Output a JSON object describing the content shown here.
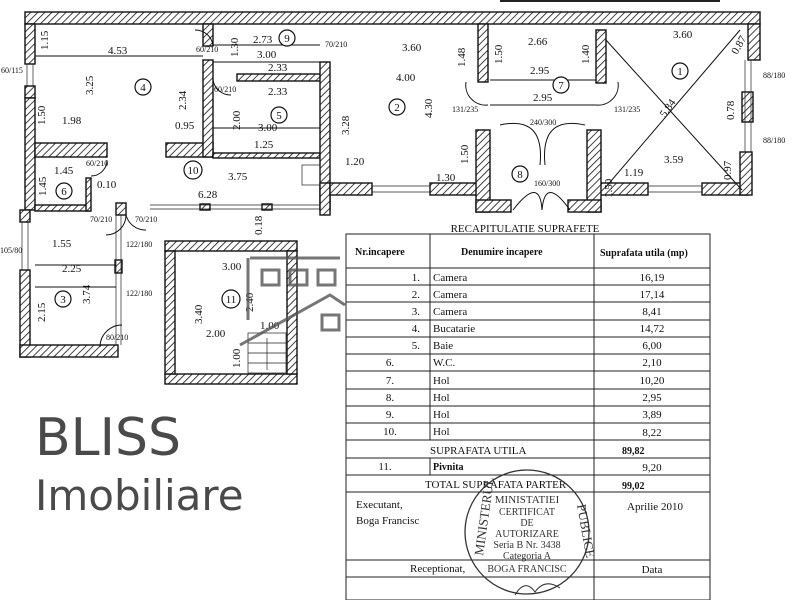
{
  "plan": {
    "rooms": [
      "1",
      "2",
      "3",
      "4",
      "5",
      "6",
      "7",
      "8",
      "9",
      "10",
      "11"
    ],
    "dims": [
      "4.53",
      "1.15",
      "3.25",
      "1.50",
      "1.98",
      "0.95",
      "2.34",
      "2.73",
      "1.30",
      "3.00",
      "2.33",
      "2.33",
      "2.00",
      "3.00",
      "1.25",
      "3.75",
      "6.28",
      "1.45",
      "1.45",
      "0.10",
      "3.60",
      "4.00",
      "1.48",
      "3.28",
      "4.30",
      "1.20",
      "1.30",
      "1.50",
      "2.66",
      "1.50",
      "1.40",
      "2.95",
      "2.95",
      "3.60",
      "0.87",
      "5.84",
      "0.78",
      "3.59",
      "0.97",
      "1.19",
      "1.55",
      "2.25",
      "3.74",
      "2.15",
      "3.00",
      "3.40",
      "2.40",
      "2.00",
      "1.00",
      "1.00",
      "0.18",
      "1.50"
    ],
    "openings": [
      "60/210",
      "60/210",
      "60/210",
      "70/210",
      "70/210",
      "70/210",
      "60/115",
      "88/180",
      "88/180",
      "131/235",
      "131/235",
      "240/300",
      "160/300",
      "122/180",
      "122/180",
      "80/210",
      "105/80"
    ]
  },
  "watermark": {
    "line1": "BLISS",
    "line2": "Imobiliare"
  },
  "table": {
    "title": "RECAPITULATIE SUPRAFETE",
    "headers": [
      "Nr.incapere",
      "Denumire incapere",
      "Suprafata utila (mp)"
    ],
    "rows": [
      {
        "nr": "1.",
        "name": "Camera",
        "area": "16,19"
      },
      {
        "nr": "2.",
        "name": "Camera",
        "area": "17,14"
      },
      {
        "nr": "3.",
        "name": "Camera",
        "area": "8,41"
      },
      {
        "nr": "4.",
        "name": "Bucatarie",
        "area": "14,72"
      },
      {
        "nr": "5.",
        "name": "Baie",
        "area": "6,00"
      },
      {
        "nr": "6.",
        "name": "W.C.",
        "area": "2,10"
      },
      {
        "nr": "7.",
        "name": "Hol",
        "area": "10,20"
      },
      {
        "nr": "8.",
        "name": "Hol",
        "area": "2,95"
      },
      {
        "nr": "9.",
        "name": "Hol",
        "area": "3,89"
      },
      {
        "nr": "10.",
        "name": "Hol",
        "area": "8,22"
      }
    ],
    "subtotal_label": "SUPRAFATA UTILA",
    "subtotal_value": "89,82",
    "extra_row": {
      "nr": "11.",
      "name": "Pivnita",
      "area": "9,20"
    },
    "total_label": "TOTAL SUPRAFATA PARTER",
    "total_value": "99,02",
    "executant_label": "Executant,",
    "executant_name": "Boga Francisc",
    "date": "Aprilie 2010",
    "receptionat_label": "Receptionat,",
    "data_label": "Data"
  },
  "stamp": {
    "ring_left": "MINISTERUL",
    "ring_top": "MINISTATIEI",
    "ring_right": "PUBLICE",
    "lines": [
      "CERTIFICAT",
      "DE",
      "AUTORIZARE",
      "Seria B Nr. 3438",
      "Categoria A",
      "BOGA FRANCISC"
    ]
  }
}
